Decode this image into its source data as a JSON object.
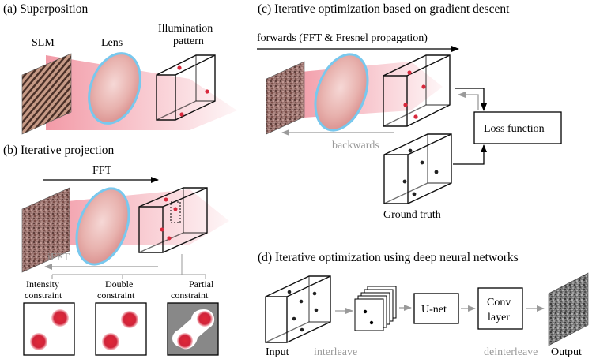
{
  "panels": {
    "a": {
      "title": "(a) Superposition",
      "slm": "SLM",
      "lens": "Lens",
      "pattern_line1": "Illumination",
      "pattern_line2": "pattern"
    },
    "b": {
      "title": "(b) Iterative projection",
      "forward": "FFT",
      "backward": "iFFT",
      "constraints": [
        {
          "line1": "Intensity",
          "line2": "constraint"
        },
        {
          "line1": "Double",
          "line2": "constraint"
        },
        {
          "line1": "Partial",
          "line2": "constraint"
        }
      ]
    },
    "c": {
      "title": "(c) Iterative optimization based on gradient descent",
      "forward": "forwards (FFT & Fresnel propagation)",
      "backward": "backwards",
      "loss": "Loss function",
      "ground_truth": "Ground truth"
    },
    "d": {
      "title": "(d) Iterative optimization using deep neural networks",
      "input": "Input",
      "interleave": "interleave",
      "unet": "U-net",
      "conv_line1": "Conv",
      "conv_line2": "layer",
      "deinterleave": "deinterleave",
      "output": "Output"
    }
  },
  "colors": {
    "beam": "#e83a5a",
    "lens_rim": "#6ec8ef",
    "dot": "#d8283c",
    "grey_text": "#9a9a9a"
  }
}
